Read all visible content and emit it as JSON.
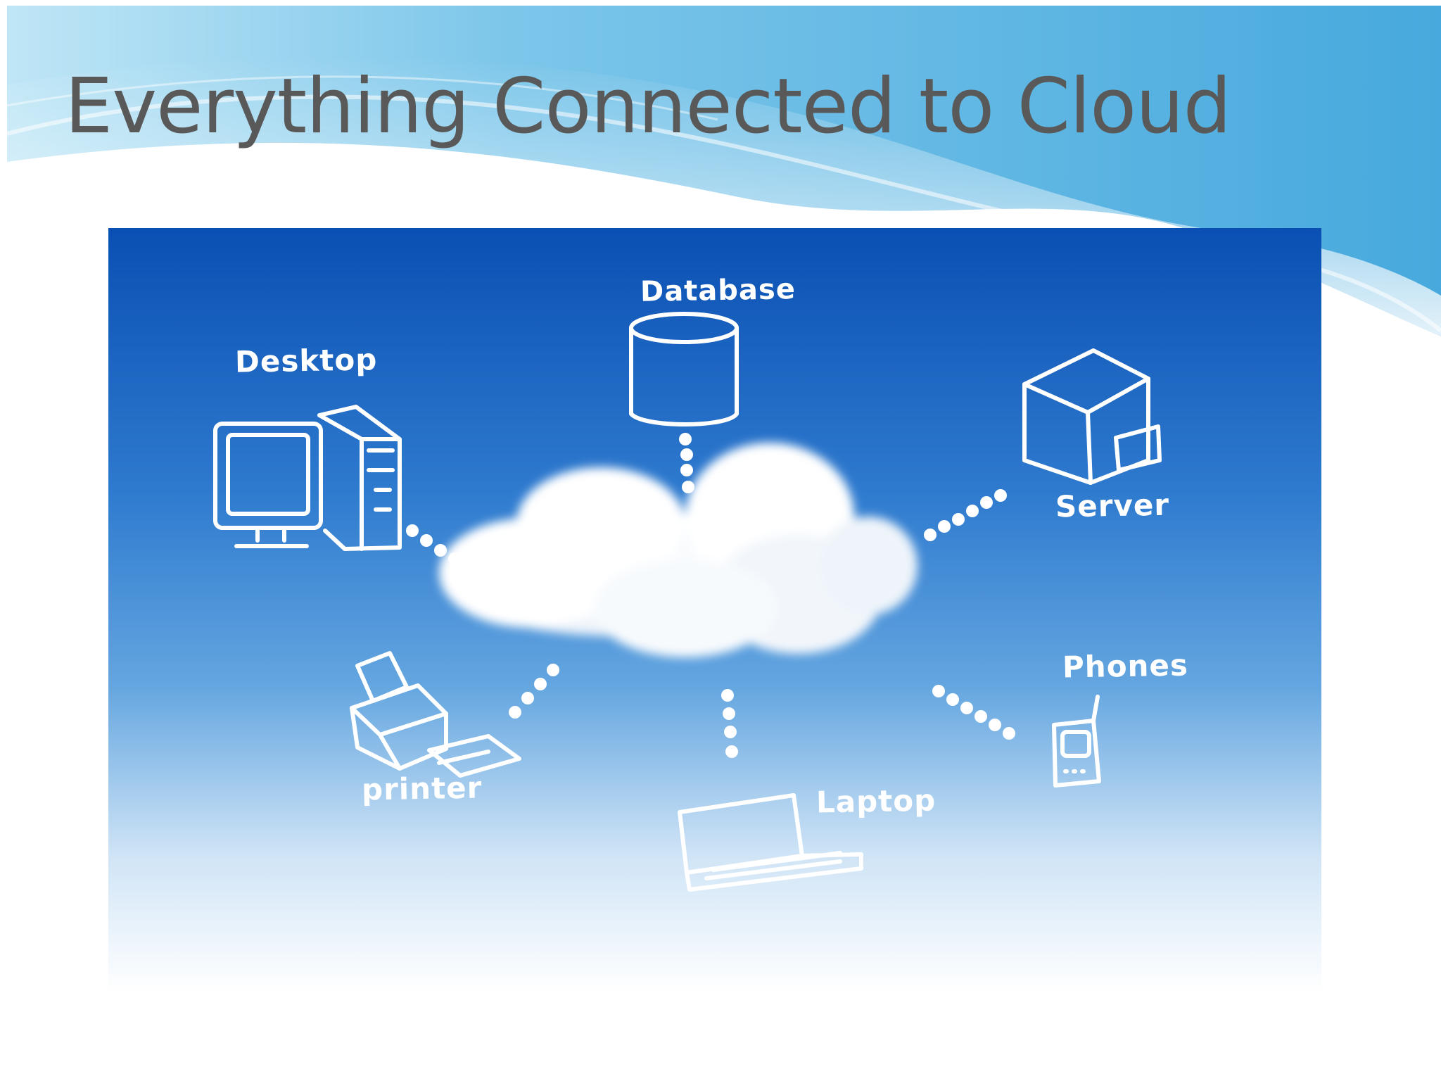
{
  "slide": {
    "title": "Everything Connected to Cloud"
  },
  "diagram": {
    "center": "cloud",
    "nodes": {
      "database": "Database",
      "desktop": "Desktop",
      "server": "Server",
      "printer": "printer",
      "laptop": "Laptop",
      "phones": "Phones"
    }
  },
  "colors": {
    "title_text": "#595959",
    "sky_top": "#0a4fb3",
    "sky_mid": "#3f8ed8",
    "sky_bottom": "#ffffff",
    "sketch": "#ffffff",
    "banner_light": "#8fd0ee",
    "banner_dark": "#3aa6dc"
  }
}
